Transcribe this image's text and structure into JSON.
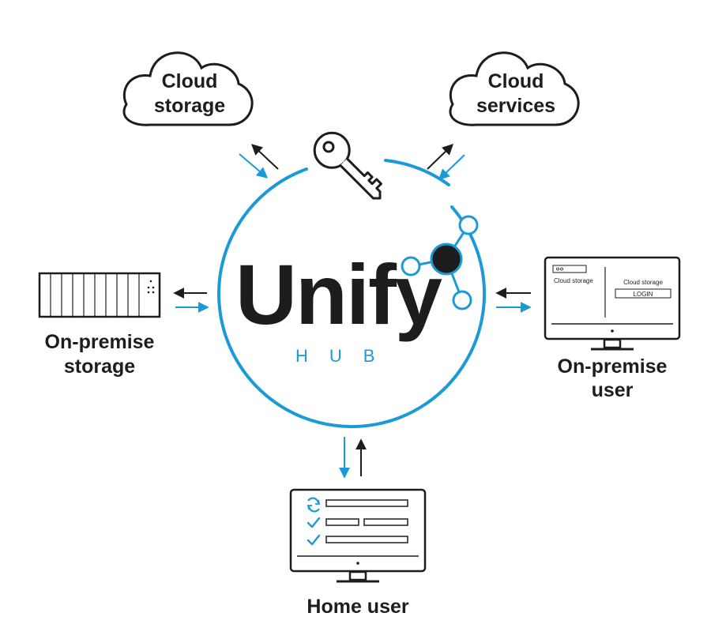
{
  "colors": {
    "accent": "#1a9ad6",
    "ink": "#1d1d1f"
  },
  "hub": {
    "logo_text": "Unify",
    "sub_text": "HUB"
  },
  "nodes": {
    "cloud_storage": {
      "line1": "Cloud",
      "line2": "storage"
    },
    "cloud_services": {
      "line1": "Cloud",
      "line2": "services"
    },
    "onprem_storage": {
      "line1": "On-premise",
      "line2": "storage"
    },
    "onprem_user": {
      "line1": "On-premise",
      "line2": "user",
      "screen_left_label": "Cloud storage",
      "screen_right_label": "Cloud storage",
      "login_button": "LOGIN"
    },
    "home_user": {
      "label": "Home user"
    }
  },
  "icons": {
    "center": "key-icon",
    "hub": "network-node-icon",
    "storage": "server-rack-icon",
    "monitor": "monitor-icon",
    "sync": "sync-icon",
    "check": "checkmark-icon"
  }
}
